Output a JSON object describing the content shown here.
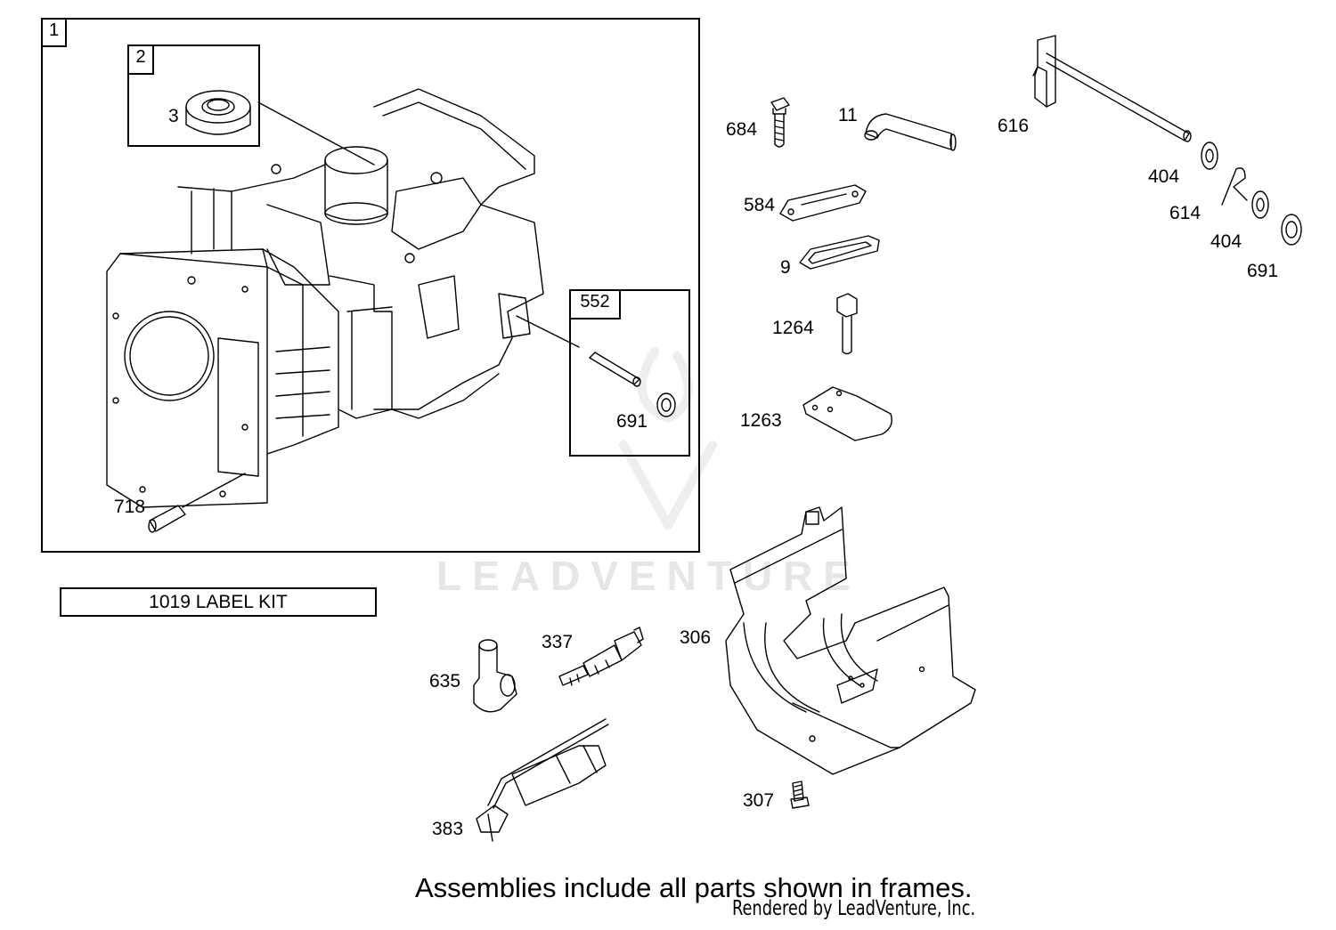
{
  "frames": {
    "main_tag": "1",
    "bearing_tag": "2",
    "pin_tag": "552"
  },
  "labels": {
    "p3": "3",
    "p718": "718",
    "p691a": "691",
    "p684": "684",
    "p11": "11",
    "p616": "616",
    "p584": "584",
    "p9": "9",
    "p1264": "1264",
    "p1263": "1263",
    "p404a": "404",
    "p614": "614",
    "p404b": "404",
    "p691b": "691",
    "p337": "337",
    "p306": "306",
    "p635": "635",
    "p383": "383",
    "p307": "307"
  },
  "label_kit": "1019 LABEL KIT",
  "footer": {
    "note": "Assemblies include all parts shown in frames.",
    "rendered_by": "Rendered by LeadVenture, Inc."
  },
  "watermark": "LEADVENTURE",
  "colors": {
    "line": "#000000",
    "watermark": "#e6e6e6"
  }
}
